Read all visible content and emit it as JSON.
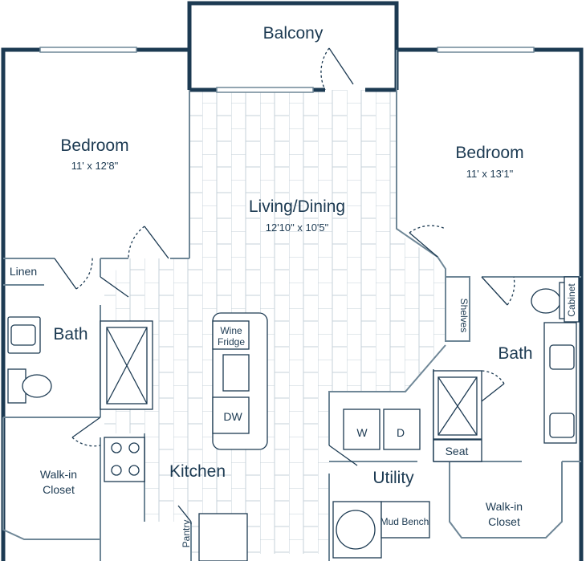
{
  "labels": {
    "balcony": "Balcony",
    "bedroom_left": "Bedroom",
    "bedroom_left_dims": "11' x 12'8\"",
    "bedroom_right": "Bedroom",
    "bedroom_right_dims": "11' x 13'1\"",
    "living_dining": "Living/Dining",
    "living_dining_dims": "12'10\" x 10'5\"",
    "linen": "Linen",
    "bath_left": "Bath",
    "bath_right": "Bath",
    "shelves": "Shelves",
    "cabinet": "Cabinet",
    "wine_fridge_line1": "Wine",
    "wine_fridge_line2": "Fridge",
    "dw": "DW",
    "kitchen": "Kitchen",
    "walkin_left_line1": "Walk-in",
    "walkin_left_line2": "Closet",
    "walkin_right_line1": "Walk-in",
    "walkin_right_line2": "Closet",
    "washer": "W",
    "dryer": "D",
    "utility": "Utility",
    "seat": "Seat",
    "mud_bench": "Mud Bench",
    "pantry": "Pantry"
  },
  "colors": {
    "wall": "#1c3a52",
    "line": "#6f8797",
    "floor_line": "#c6d0d8",
    "background": "#ffffff"
  }
}
